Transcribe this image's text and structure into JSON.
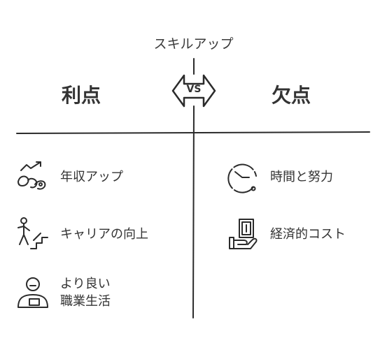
{
  "topic": "スキルアップ",
  "vs_label": "VS",
  "pros": {
    "title": "利点",
    "items": [
      {
        "label": "年収アップ",
        "icon": "salary-growth-icon"
      },
      {
        "label": "キャリアの向上",
        "icon": "career-climb-icon"
      },
      {
        "label": "より良い\n職業生活",
        "icon": "work-life-icon"
      }
    ]
  },
  "cons": {
    "title": "欠点",
    "items": [
      {
        "label": "時間と努力",
        "icon": "clock-icon"
      },
      {
        "label": "経済的コスト",
        "icon": "money-cost-icon"
      }
    ]
  }
}
